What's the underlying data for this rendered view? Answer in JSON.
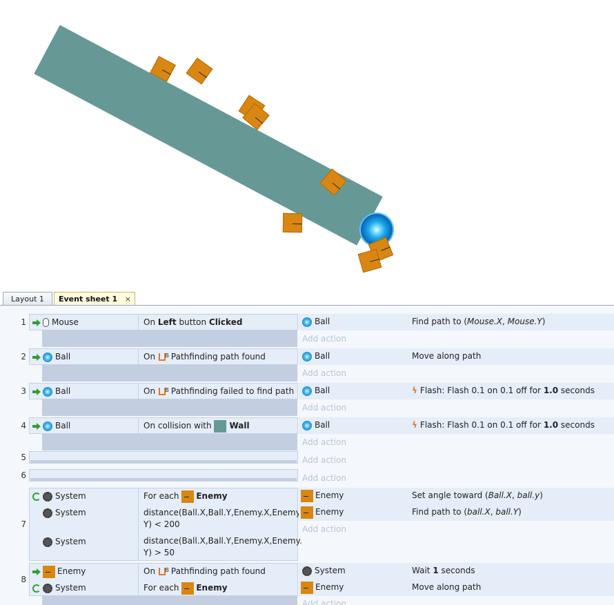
{
  "tabs": [
    {
      "label": "Layout 1",
      "active": false
    },
    {
      "label": "Event sheet 1",
      "active": true,
      "close": "×"
    }
  ],
  "events": {
    "e1": {
      "num": "1",
      "cond_obj": "Mouse",
      "cond": {
        "on": "On",
        "left": "Left",
        "button": "button",
        "clicked": "Clicked"
      },
      "act_obj": "Ball",
      "act": {
        "prefix": "Find path to (",
        "mx": "Mouse.X",
        "sep": ", ",
        "my": "Mouse.Y",
        "suffix": ")"
      },
      "add_action": "Add action"
    },
    "e2": {
      "num": "2",
      "cond_obj": "Ball",
      "cond": {
        "on": "On",
        "text": "Pathfinding path found"
      },
      "act_obj": "Ball",
      "act_text": "Move along path",
      "add_action": "Add action"
    },
    "e3": {
      "num": "3",
      "cond_obj": "Ball",
      "cond": {
        "on": "On",
        "text": "Pathfinding failed to find path"
      },
      "act_obj": "Ball",
      "act": {
        "prefix": "Flash: Flash 0.1 on 0.1 off for",
        "value": "1.0",
        "suffix": "seconds"
      },
      "add_action": "Add action"
    },
    "e4": {
      "num": "4",
      "cond_obj": "Ball",
      "cond": {
        "text": "On collision with",
        "obj": "Wall"
      },
      "act_obj": "Ball",
      "act": {
        "prefix": "Flash: Flash 0.1 on 0.1 off for",
        "value": "1.0",
        "suffix": "seconds"
      },
      "add_action": "Add action"
    },
    "e5": {
      "num": "5",
      "add_action": "Add action"
    },
    "e6": {
      "num": "6",
      "add_action": "Add action"
    },
    "e7": {
      "num": "7",
      "conds": [
        {
          "obj": "System",
          "text": "For each",
          "target": "Enemy"
        },
        {
          "obj": "System",
          "text": "distance(Ball.X,Ball.Y,Enemy.X,Enemy.",
          "text2": "Y) < 200"
        },
        {
          "obj": "System",
          "text": "distance(Ball.X,Ball.Y,Enemy.X,Enemy.",
          "text2": "Y) > 50"
        }
      ],
      "acts": [
        {
          "obj": "Enemy",
          "prefix": "Set angle toward (",
          "x": "Ball.X",
          "sep": ", ",
          "y": "ball.y",
          "suffix": ")"
        },
        {
          "obj": "Enemy",
          "prefix": "Find path to (",
          "x": "ball.X",
          "sep": ", ",
          "y": "ball.Y",
          "suffix": ")"
        }
      ],
      "add_action": "Add action"
    },
    "e8": {
      "num": "8",
      "cond1": {
        "obj": "Enemy",
        "on": "On",
        "text": "Pathfinding path found"
      },
      "act1": {
        "obj": "System",
        "prefix": "Wait",
        "value": "1",
        "suffix": "seconds"
      },
      "cond2": {
        "obj": "System",
        "text": "For each",
        "target": "Enemy"
      },
      "act2": {
        "obj": "Enemy",
        "text": "Move along path"
      },
      "add_action": "Add action"
    }
  },
  "colors": {
    "wall": "#669996",
    "enemy": "#d98612",
    "ball": "#1fa8e8",
    "row": "#e5edf8",
    "gray": "#c3cfe0"
  }
}
